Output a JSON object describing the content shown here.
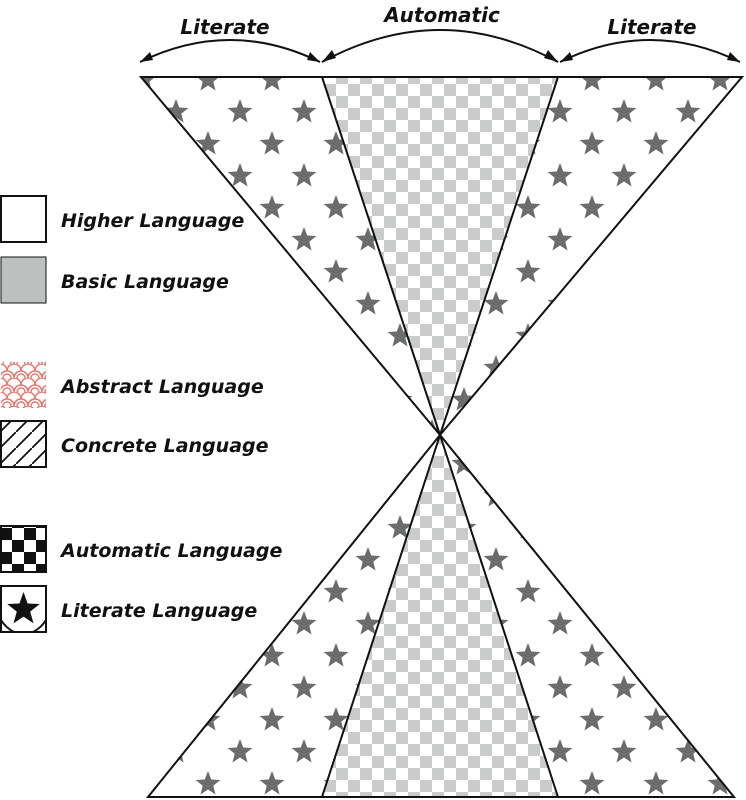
{
  "top_labels": {
    "left": "Literate",
    "center": "Automatic",
    "right": "Literate"
  },
  "legend": {
    "higher": "Higher Language",
    "basic": "Basic Language",
    "abstract": "Abstract Language",
    "concrete": "Concrete Language",
    "automatic": "Automatic Language",
    "literate": "Literate Language"
  },
  "colors": {
    "basic_fill": "#bdc0bf",
    "star_fill": "#6b6d6d",
    "checker_light": "#c9cccb",
    "abstract_pattern": "#e8756f",
    "outline": "#111111"
  }
}
